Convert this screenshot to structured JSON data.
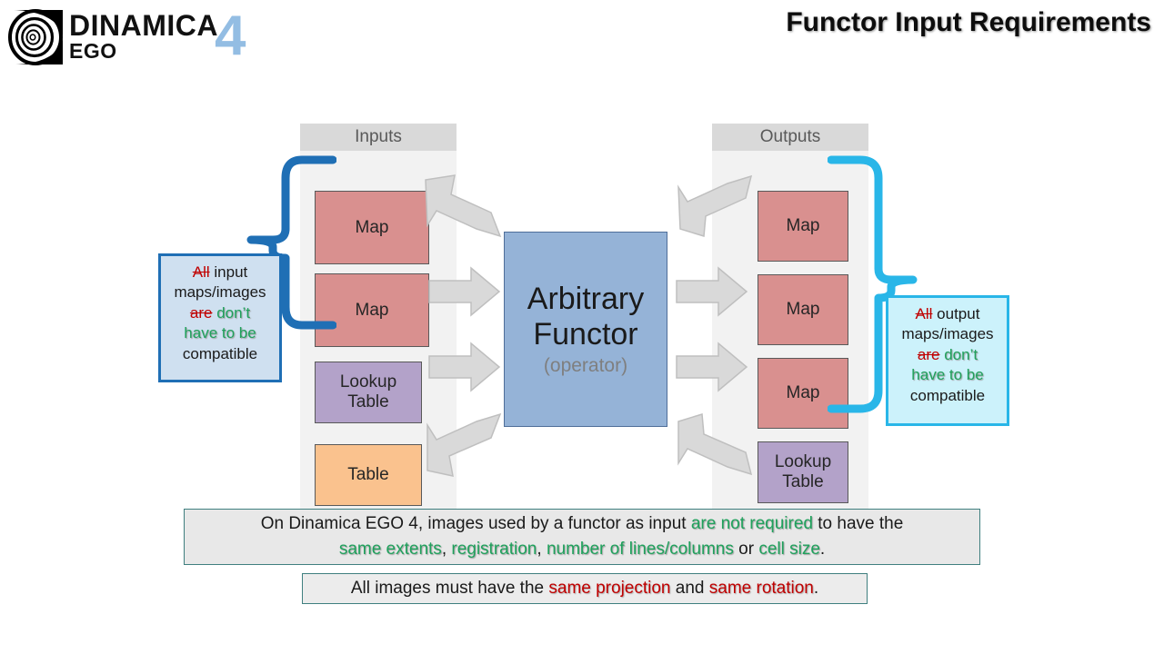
{
  "header": {
    "logo": {
      "mark": "spiral-logo-icon",
      "name_line1": "DINAMICA",
      "name_line2": "EGO",
      "version": "4"
    },
    "title": "Functor Input Requirements"
  },
  "diagram": {
    "inputs": {
      "header": "Inputs",
      "nodes": [
        {
          "label": "Map",
          "kind": "map"
        },
        {
          "label": "Map",
          "kind": "map"
        },
        {
          "label": "Lookup\nTable",
          "kind": "lookup"
        },
        {
          "label": "Table",
          "kind": "table"
        }
      ]
    },
    "outputs": {
      "header": "Outputs",
      "nodes": [
        {
          "label": "Map",
          "kind": "map"
        },
        {
          "label": "Map",
          "kind": "map"
        },
        {
          "label": "Map",
          "kind": "map"
        },
        {
          "label": "Lookup\nTable",
          "kind": "lookup"
        }
      ]
    },
    "functor": {
      "title_line1": "Arbitrary",
      "title_line2": "Functor",
      "subtitle": "(operator)"
    },
    "brackets": {
      "left_color": "#1F6FB5",
      "right_color": "#29B6E8"
    }
  },
  "callouts": {
    "left": {
      "strike_word": "All",
      "word_after_strike": " input",
      "line2": "maps/images",
      "strike_word2": "are",
      "green1": " don’t",
      "green2": "have to be",
      "line_last": "compatible"
    },
    "right": {
      "strike_word": "All",
      "word_after_strike": " output",
      "line2": "maps/images",
      "strike_word2": "are",
      "green1": " don’t",
      "green2": "have to be",
      "line_last": "compatible"
    }
  },
  "statements": {
    "main": {
      "part1": "On Dinamica EGO 4, images used by a functor as input ",
      "green1": "are not required",
      "part2": " to have the",
      "green2": "same extents",
      "sep1": ", ",
      "green3": "registration",
      "sep2": ", ",
      "green4": "number of lines/columns",
      "sep3": " or ",
      "green5": "cell size",
      "end": "."
    },
    "sub": {
      "part1": "All images must have the ",
      "red1": "same projection",
      "part2": " and ",
      "red2": "same rotation",
      "end": "."
    }
  },
  "colors": {
    "map": "#D9908F",
    "lookup": "#B3A2C9",
    "table": "#FAC28E",
    "functor": "#95B3D7",
    "column_header": "#D9D9D9",
    "column_body": "#F2F2F2",
    "arrow": "#D9D9D9",
    "green_text": "#1FA15C",
    "red_text": "#C00000",
    "logo_four": "#93BDE3"
  }
}
